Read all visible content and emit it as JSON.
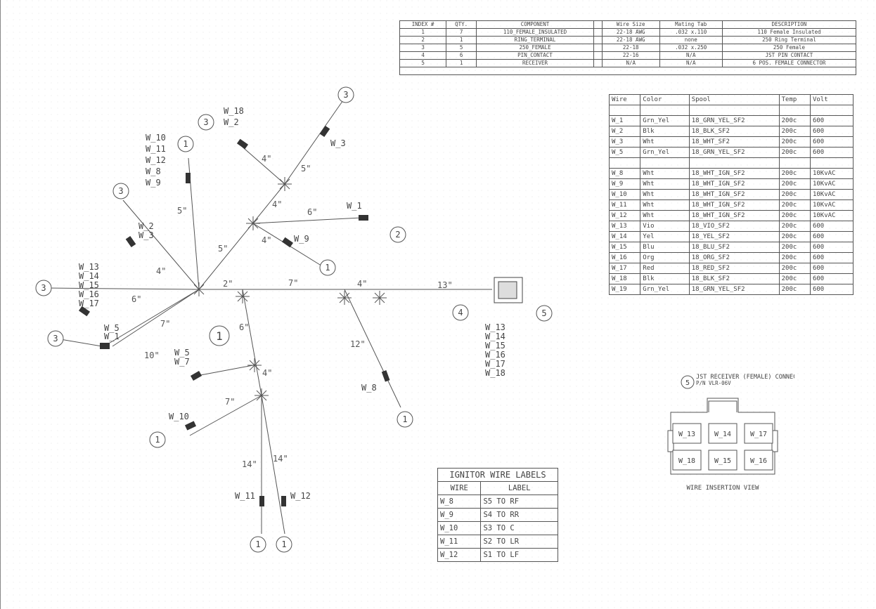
{
  "component_table": {
    "headers": [
      "INDEX #",
      "QTY.",
      "COMPONENT",
      "",
      "Wire Size",
      "Mating Tab",
      "DESCRIPTION"
    ],
    "rows": [
      [
        "1",
        "7",
        "110_FEMALE_INSULATED",
        "",
        "22-18 AWG",
        ".032 x.110",
        "110 Female Insulated"
      ],
      [
        "2",
        "1",
        "RING_TERMINAL",
        "",
        "22-18 AWG",
        "none",
        "250 Ring Terminal"
      ],
      [
        "3",
        "5",
        "250_FEMALE",
        "",
        "22-18",
        ".032 x.250",
        "250 Female"
      ],
      [
        "4",
        "6",
        "PIN_CONTACT",
        "",
        "22-16",
        "N/A",
        "JST PIN CONTACT"
      ],
      [
        "5",
        "1",
        "RECEIVER",
        "",
        "N/A",
        "N/A",
        "6 POS. FEMALE CONNECTOR"
      ]
    ]
  },
  "wire_table": {
    "headers": [
      "Wire",
      "Color",
      "Spool",
      "Temp",
      "Volt"
    ],
    "rows": [
      [
        "W_1",
        "Grn_Yel",
        "18_GRN_YEL_SF2",
        "200c",
        "600"
      ],
      [
        "W_2",
        "Blk",
        "18_BLK_SF2",
        "200c",
        "600"
      ],
      [
        "W_3",
        "Wht",
        "18_WHT_SF2",
        "200c",
        "600"
      ],
      [
        "W_5",
        "Grn_Yel",
        "18_GRN_YEL_SF2",
        "200c",
        "600"
      ],
      [
        "W_8",
        "Wht",
        "18_WHT_IGN_SF2",
        "200c",
        "10KvAC"
      ],
      [
        "W_9",
        "Wht",
        "18_WHT_IGN_SF2",
        "200c",
        "10KvAC"
      ],
      [
        "W_10",
        "Wht",
        "18_WHT_IGN_SF2",
        "200c",
        "10KvAC"
      ],
      [
        "W_11",
        "Wht",
        "18_WHT_IGN_SF2",
        "200c",
        "10KvAC"
      ],
      [
        "W_12",
        "Wht",
        "18_WHT_IGN_SF2",
        "200c",
        "10KvAC"
      ],
      [
        "W_13",
        "Vio",
        "18_VIO_SF2",
        "200c",
        "600"
      ],
      [
        "W_14",
        "Yel",
        "18_YEL_SF2",
        "200c",
        "600"
      ],
      [
        "W_15",
        "Blu",
        "18_BLU_SF2",
        "200c",
        "600"
      ],
      [
        "W_16",
        "Org",
        "18_ORG_SF2",
        "200c",
        "600"
      ],
      [
        "W_17",
        "Red",
        "18_RED_SF2",
        "200c",
        "600"
      ],
      [
        "W_18",
        "Blk",
        "18_BLK_SF2",
        "200c",
        "600"
      ],
      [
        "W_19",
        "Grn_Yel",
        "18_GRN_YEL_SF2",
        "200c",
        "600"
      ]
    ]
  },
  "ignitor_table": {
    "title": "IGNITOR WIRE LABELS",
    "headers": [
      "WIRE",
      "LABEL"
    ],
    "rows": [
      [
        "W_8",
        "S5 TO RF"
      ],
      [
        "W_9",
        "S4 TO RR"
      ],
      [
        "W_10",
        "S3 TO C"
      ],
      [
        "W_11",
        "S2 TO LR"
      ],
      [
        "W_12",
        "S1 TO LF"
      ]
    ]
  },
  "connector_view": {
    "index": "5",
    "title": "JST RECEIVER (FEMALE) CONNECTOR",
    "pn": "P/N VLR-06V",
    "top_row": [
      "W_13",
      "W_14",
      "W_17"
    ],
    "bottom_row": [
      "W_18",
      "W_15",
      "W_16"
    ],
    "caption": "WIRE INSERTION VIEW"
  },
  "harness": {
    "balloons": [
      "3",
      "3",
      "1",
      "3",
      "3",
      "3",
      "2",
      "1",
      "1",
      "1",
      "1",
      "1",
      "1",
      "4",
      "5"
    ],
    "lengths": [
      "4\"",
      "5\"",
      "4\"",
      "6\"",
      "4\"",
      "5\"",
      "5\"",
      "4\"",
      "2\"",
      "7\"",
      "4\"",
      "13\"",
      "6\"",
      "7\"",
      "10\"",
      "12\"",
      "6\"",
      "4\"",
      "7\"",
      "14\"",
      "14\""
    ],
    "wire_labels": {
      "w18_w2": [
        "W_18",
        "W_2"
      ],
      "w3": "W_3",
      "stack_left": [
        "W_10",
        "W_11",
        "W_12",
        "W_8",
        "W_9"
      ],
      "w2_w3": [
        "W_2",
        "W_3"
      ],
      "w1": "W_1",
      "w9": "W_9",
      "stack_13_17": [
        "W_13",
        "W_14",
        "W_15",
        "W_16",
        "W_17"
      ],
      "w5_w1": [
        "W_5",
        "W_1"
      ],
      "w5_w7": [
        "W_5",
        "W_7"
      ],
      "connector_stack": [
        "W_13",
        "W_14",
        "W_15",
        "W_16",
        "W_17",
        "W_18"
      ],
      "w8": "W_8",
      "w10": "W_10",
      "w11": "W_11",
      "w12": "W_12"
    }
  },
  "colors": {
    "line": "#555555",
    "background": "#ffffff",
    "text": "#444444"
  }
}
